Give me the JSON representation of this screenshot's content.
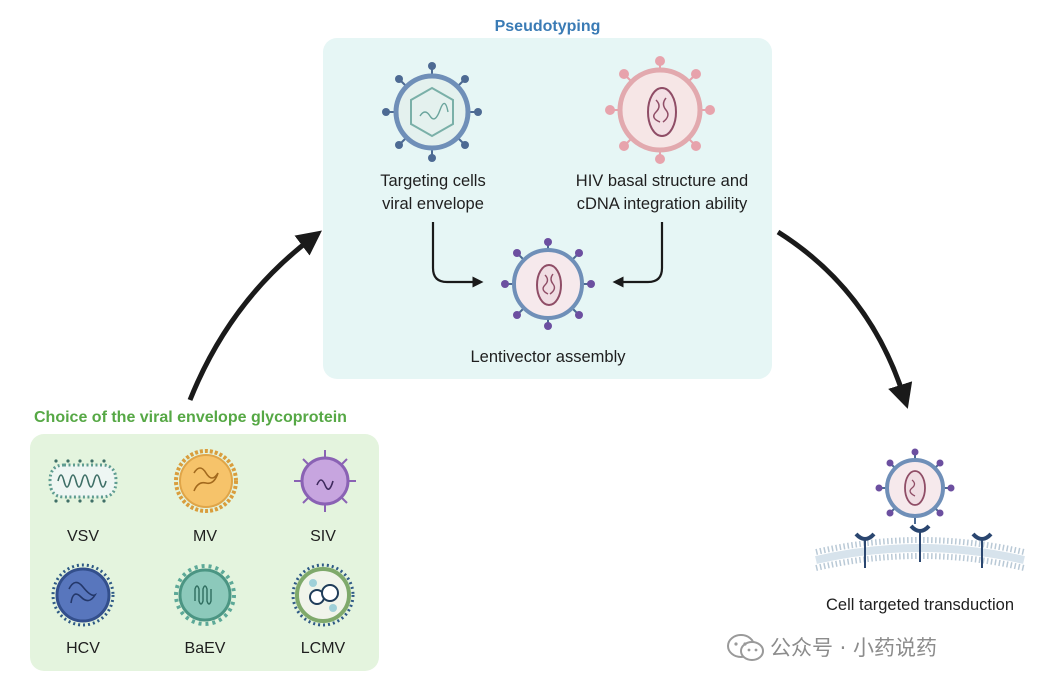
{
  "pseudotyping": {
    "title": "Pseudotyping",
    "envelope_label_line1": "Targeting cells",
    "envelope_label_line2": "viral envelope",
    "hiv_label_line1": "HIV basal structure and",
    "hiv_label_line2": "cDNA integration ability",
    "assembly_label": "Lentivector assembly"
  },
  "choice": {
    "title": "Choice of the viral envelope glycoprotein",
    "viruses": [
      "VSV",
      "MV",
      "SIV",
      "HCV",
      "BaEV",
      "LCMV"
    ]
  },
  "transduction": {
    "label": "Cell targeted transduction"
  },
  "watermark": {
    "text": "公众号 · 小药说药"
  },
  "icons": [
    "arrow-icon",
    "virus-icon",
    "cell-membrane-icon",
    "receptor-icon",
    "wechat-icon"
  ]
}
